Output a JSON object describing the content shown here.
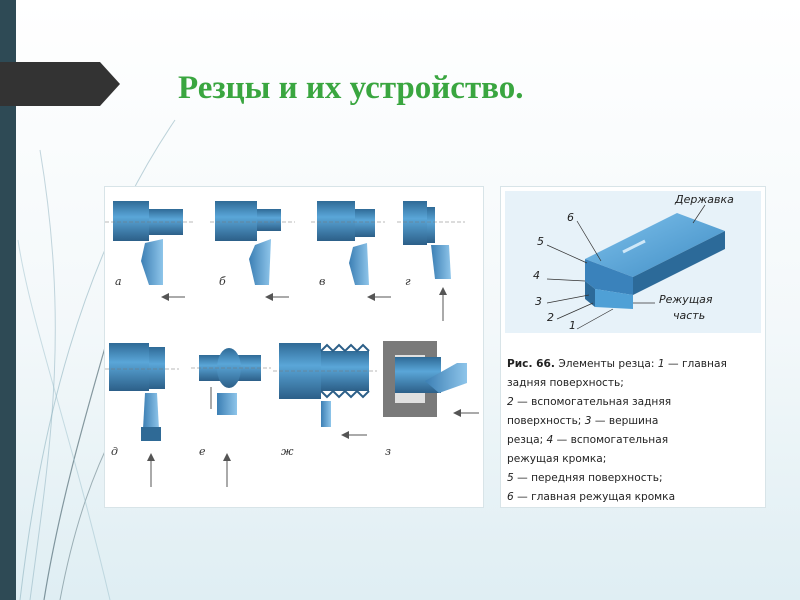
{
  "slide": {
    "title": "Резцы и их устройство."
  },
  "figure_left": {
    "labels": [
      "а",
      "б",
      "в",
      "г",
      "д",
      "е",
      "ж",
      "з"
    ]
  },
  "figure_right": {
    "callouts": {
      "holder": "Державка",
      "cutting_part_line1": "Режущая",
      "cutting_part_line2": "часть",
      "n1": "1",
      "n2": "2",
      "n3": "3",
      "n4": "4",
      "n5": "5",
      "n6": "6"
    },
    "caption": {
      "fig": "Рис. 66.",
      "line1_rest": " Элементы резца: ",
      "line1_num": "1",
      "line1_end": " — главная",
      "line2": "задняя поверхность;",
      "line3_num": "2",
      "line3_rest": " — вспомогательная задняя",
      "line4_a": "поверхность; ",
      "line4_num": "3",
      "line4_b": " — вершина",
      "line5_a": "резца; ",
      "line5_num": "4",
      "line5_b": " — вспомогательная",
      "line6": "режущая кромка;",
      "line7_num": "5",
      "line7_rest": " — передняя поверхность;",
      "line8_num": "6",
      "line8_rest": " — главная режущая кромка"
    }
  },
  "colors": {
    "title": "#3aa640",
    "sidebar": "#2e4a55",
    "tool_blue": "#4a93c9",
    "tool_dark": "#2f6a96",
    "tool_light": "#9fd0ee"
  }
}
